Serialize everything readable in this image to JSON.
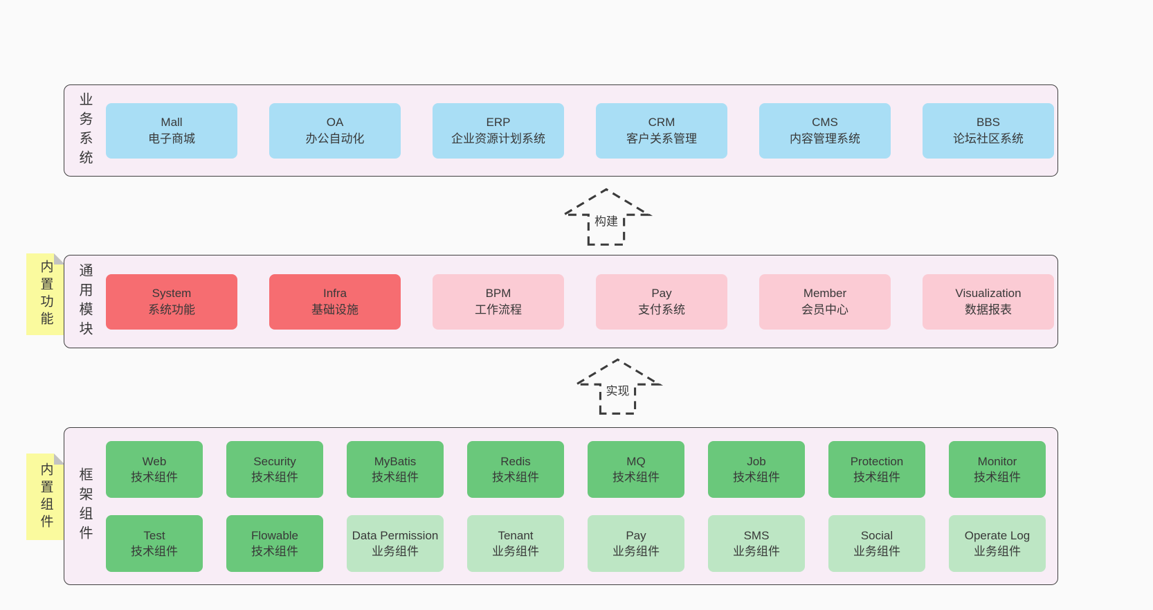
{
  "colors": {
    "page_background": "#fafafa",
    "panel_background": "#f8edf6",
    "panel_border": "#3f3f3f",
    "blue_box": "#a9def5",
    "red_box": "#f66d71",
    "pink_box": "#fbcbd4",
    "green_box": "#6ac87b",
    "light_green_box": "#bde6c4",
    "sticky_yellow": "#fafa9e",
    "sticky_fold_gray": "#c2c2c2",
    "text": "#3a3a3a"
  },
  "sections": {
    "business": {
      "label": "业务系统",
      "boxes": [
        {
          "title": "Mall",
          "subtitle": "电子商城"
        },
        {
          "title": "OA",
          "subtitle": "办公自动化"
        },
        {
          "title": "ERP",
          "subtitle": "企业资源计划系统"
        },
        {
          "title": "CRM",
          "subtitle": "客户关系管理"
        },
        {
          "title": "CMS",
          "subtitle": "内容管理系统"
        },
        {
          "title": "BBS",
          "subtitle": "论坛社区系统"
        }
      ]
    },
    "modules": {
      "label": "通用模块",
      "sticky": "内置功能",
      "boxes": [
        {
          "title": "System",
          "subtitle": "系统功能"
        },
        {
          "title": "Infra",
          "subtitle": "基础设施"
        },
        {
          "title": "BPM",
          "subtitle": "工作流程"
        },
        {
          "title": "Pay",
          "subtitle": "支付系统"
        },
        {
          "title": "Member",
          "subtitle": "会员中心"
        },
        {
          "title": "Visualization",
          "subtitle": "数据报表"
        }
      ]
    },
    "components": {
      "label": "框架组件",
      "sticky": "内置组件",
      "row1": [
        {
          "title": "Web",
          "subtitle": "技术组件"
        },
        {
          "title": "Security",
          "subtitle": "技术组件"
        },
        {
          "title": "MyBatis",
          "subtitle": "技术组件"
        },
        {
          "title": "Redis",
          "subtitle": "技术组件"
        },
        {
          "title": "MQ",
          "subtitle": "技术组件"
        },
        {
          "title": "Job",
          "subtitle": "技术组件"
        },
        {
          "title": "Protection",
          "subtitle": "技术组件"
        },
        {
          "title": "Monitor",
          "subtitle": "技术组件"
        }
      ],
      "row2": [
        {
          "title": "Test",
          "subtitle": "技术组件"
        },
        {
          "title": "Flowable",
          "subtitle": "技术组件"
        },
        {
          "title": "Data Permission",
          "subtitle": "业务组件"
        },
        {
          "title": "Tenant",
          "subtitle": "业务组件"
        },
        {
          "title": "Pay",
          "subtitle": "业务组件"
        },
        {
          "title": "SMS",
          "subtitle": "业务组件"
        },
        {
          "title": "Social",
          "subtitle": "业务组件"
        },
        {
          "title": "Operate Log",
          "subtitle": "业务组件"
        }
      ]
    }
  },
  "arrows": {
    "build": {
      "label": "构建"
    },
    "implement": {
      "label": "实现"
    }
  }
}
